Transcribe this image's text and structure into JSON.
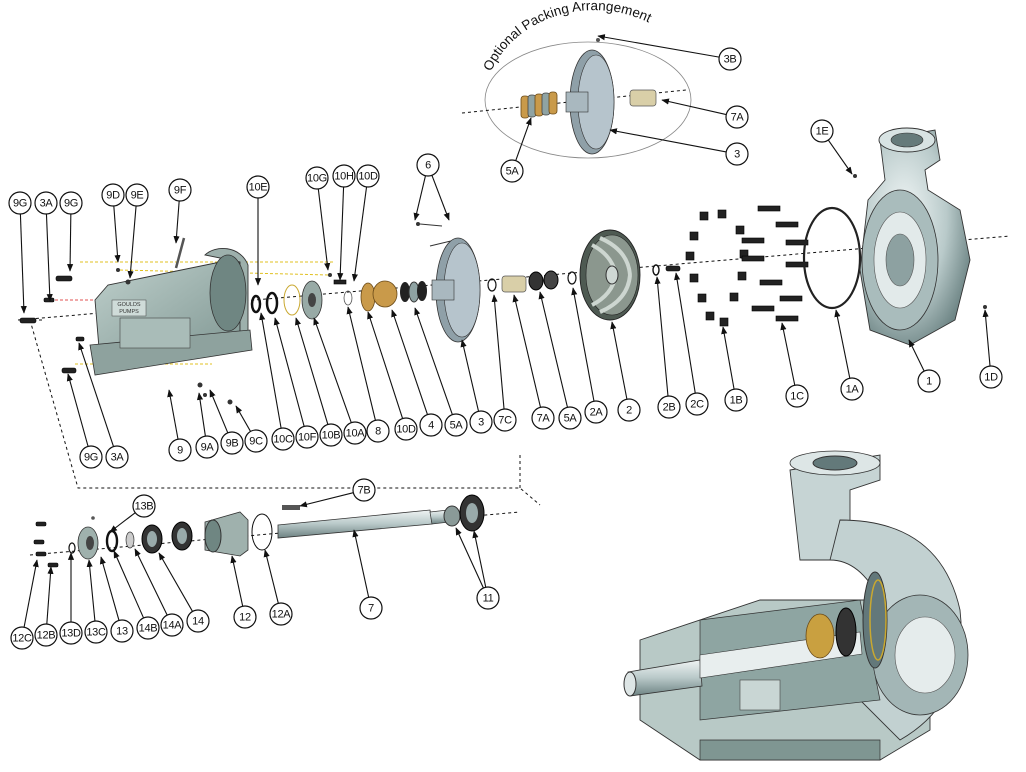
{
  "title": "Optional Packing Arrangement",
  "casting_text": [
    "GOULDS",
    "PUMPS"
  ],
  "callouts": [
    {
      "id": "3B",
      "label": "3B"
    },
    {
      "id": "7A-top",
      "label": "7A"
    },
    {
      "id": "3-top",
      "label": "3"
    },
    {
      "id": "5A-top",
      "label": "5A"
    },
    {
      "id": "1E",
      "label": "1E"
    },
    {
      "id": "6",
      "label": "6"
    },
    {
      "id": "9G-a",
      "label": "9G"
    },
    {
      "id": "3A-a",
      "label": "3A"
    },
    {
      "id": "9G-b",
      "label": "9G"
    },
    {
      "id": "9D",
      "label": "9D"
    },
    {
      "id": "9E",
      "label": "9E"
    },
    {
      "id": "9F",
      "label": "9F"
    },
    {
      "id": "10E",
      "label": "10E"
    },
    {
      "id": "10G",
      "label": "10G"
    },
    {
      "id": "10H",
      "label": "10H"
    },
    {
      "id": "10D-top",
      "label": "10D"
    },
    {
      "id": "9G-c",
      "label": "9G"
    },
    {
      "id": "3A-b",
      "label": "3A"
    },
    {
      "id": "9",
      "label": "9"
    },
    {
      "id": "9A",
      "label": "9A"
    },
    {
      "id": "9B",
      "label": "9B"
    },
    {
      "id": "9C",
      "label": "9C"
    },
    {
      "id": "10C",
      "label": "10C"
    },
    {
      "id": "10F",
      "label": "10F"
    },
    {
      "id": "10B",
      "label": "10B"
    },
    {
      "id": "10A",
      "label": "10A"
    },
    {
      "id": "8",
      "label": "8"
    },
    {
      "id": "10D",
      "label": "10D"
    },
    {
      "id": "4",
      "label": "4"
    },
    {
      "id": "5A",
      "label": "5A"
    },
    {
      "id": "3",
      "label": "3"
    },
    {
      "id": "7C",
      "label": "7C"
    },
    {
      "id": "7A",
      "label": "7A"
    },
    {
      "id": "5A-b",
      "label": "5A"
    },
    {
      "id": "2A",
      "label": "2A"
    },
    {
      "id": "2",
      "label": "2"
    },
    {
      "id": "2B",
      "label": "2B"
    },
    {
      "id": "2C",
      "label": "2C"
    },
    {
      "id": "1B",
      "label": "1B"
    },
    {
      "id": "1C",
      "label": "1C"
    },
    {
      "id": "1A",
      "label": "1A"
    },
    {
      "id": "1",
      "label": "1"
    },
    {
      "id": "1D",
      "label": "1D"
    },
    {
      "id": "7B",
      "label": "7B"
    },
    {
      "id": "13B",
      "label": "13B"
    },
    {
      "id": "12C",
      "label": "12C"
    },
    {
      "id": "12B",
      "label": "12B"
    },
    {
      "id": "13D",
      "label": "13D"
    },
    {
      "id": "13C",
      "label": "13C"
    },
    {
      "id": "13",
      "label": "13"
    },
    {
      "id": "14B",
      "label": "14B"
    },
    {
      "id": "14A",
      "label": "14A"
    },
    {
      "id": "14",
      "label": "14"
    },
    {
      "id": "12",
      "label": "12"
    },
    {
      "id": "12A",
      "label": "12A"
    },
    {
      "id": "7",
      "label": "7"
    },
    {
      "id": "11",
      "label": "11"
    }
  ]
}
